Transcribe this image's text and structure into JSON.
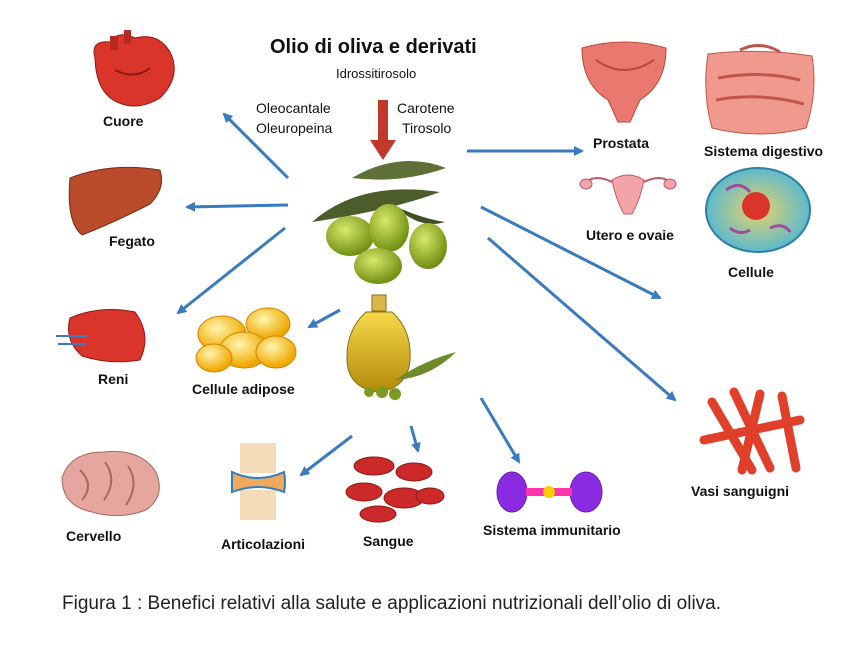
{
  "title": "Olio di oliva e derivati",
  "subtitle": "Idrossitirosolo",
  "compounds_left": [
    "Oleocantale",
    "Oleuropeina"
  ],
  "compounds_right": [
    "Carotene",
    "Tirosolo"
  ],
  "organs": {
    "cuore": "Cuore",
    "fegato": "Fegato",
    "reni": "Reni",
    "cervello": "Cervello",
    "cellule_adipose": "Cellule adipose",
    "articolazioni": "Articolazioni",
    "sangue": "Sangue",
    "sistema_immunitario": "Sistema immunitario",
    "prostata": "Prostata",
    "sistema_digestivo": "Sistema digestivo",
    "utero_ovaie": "Utero e ovaie",
    "cellule": "Cellule",
    "vasi_sanguigni": "Vasi sanguigni"
  },
  "caption": "Figura 1 : Benefici relativi alla salute e applicazioni nutrizionali dell’olio di oliva.",
  "colors": {
    "arrow": "#3a7bbf",
    "down_arrow": "#c0392b",
    "olive": "#8fae1b",
    "organ_red": "#d9352a"
  }
}
